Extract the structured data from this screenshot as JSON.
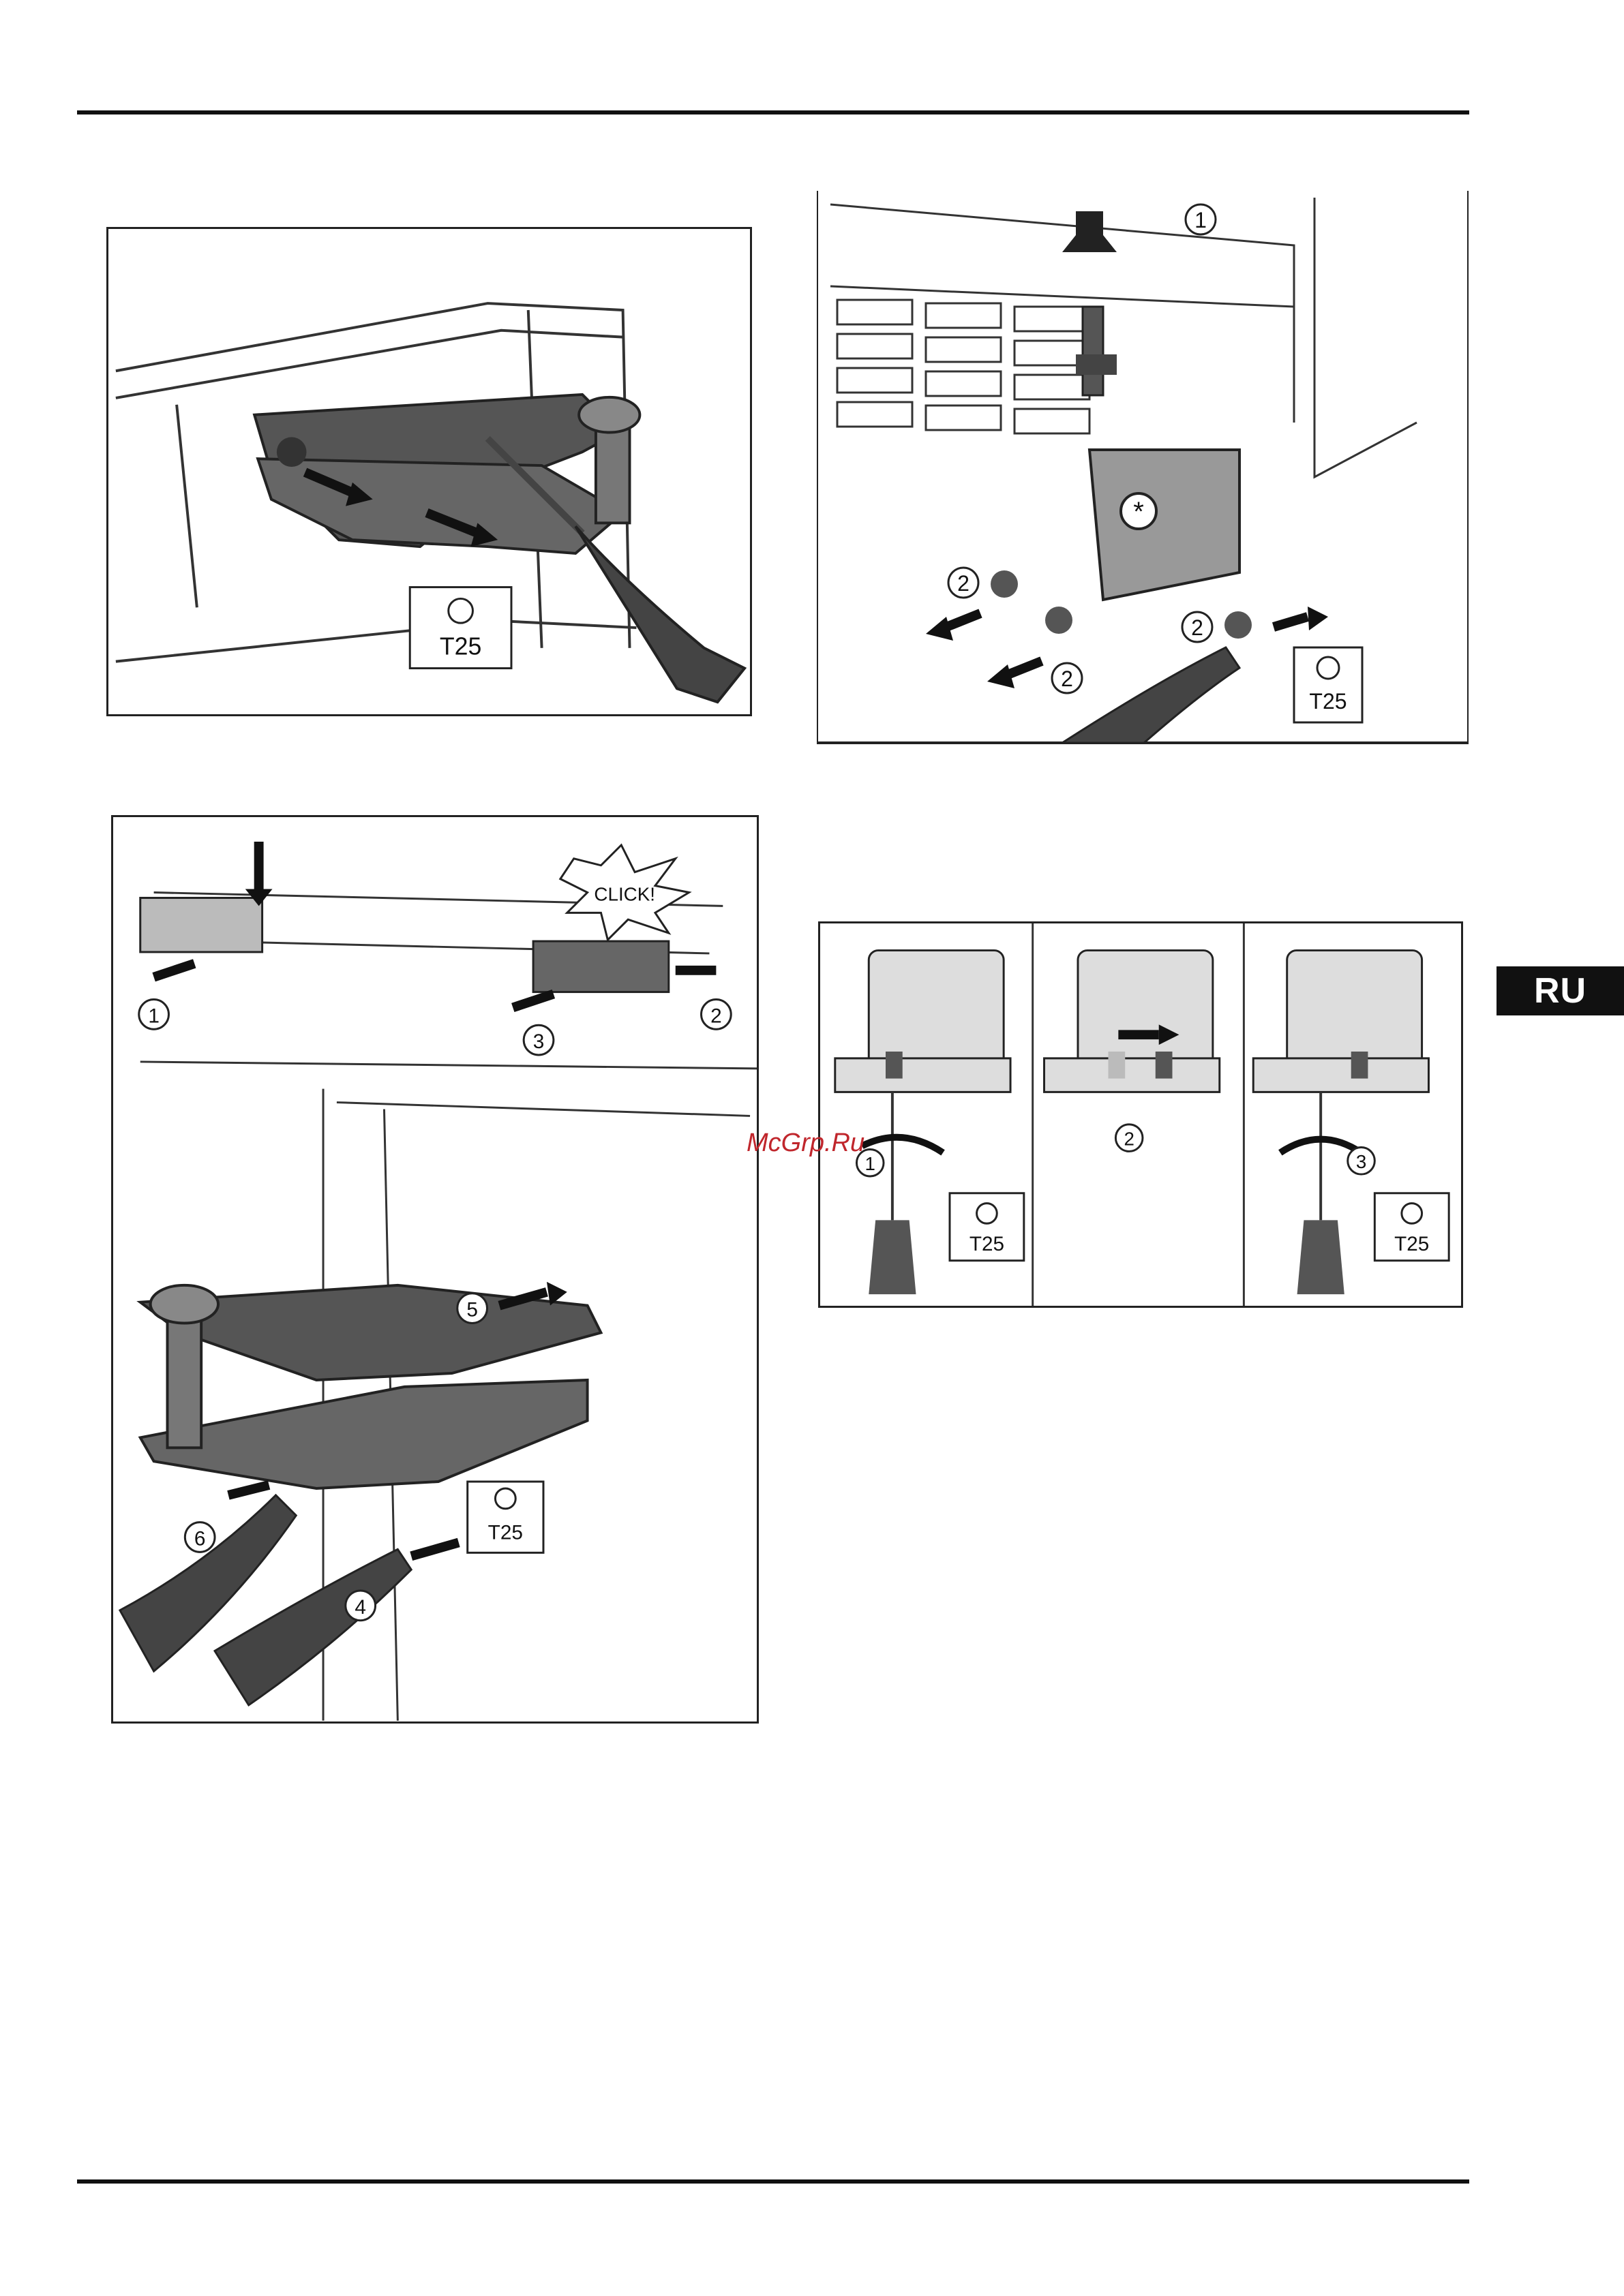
{
  "language_badge": "RU",
  "watermark": "McGrp.Ru",
  "figures": {
    "fig_a": {
      "tool_label": "T25"
    },
    "fig_b": {
      "tool_label": "T25",
      "steps": [
        "1",
        "2",
        "2",
        "2"
      ]
    },
    "fig_c": {
      "tool_label": "T25",
      "click_label": "CLICK!",
      "steps": [
        "1",
        "2",
        "3",
        "4",
        "5",
        "6"
      ]
    },
    "fig_d": {
      "tool_label": "T25",
      "steps": [
        "1",
        "2",
        "3"
      ]
    }
  }
}
